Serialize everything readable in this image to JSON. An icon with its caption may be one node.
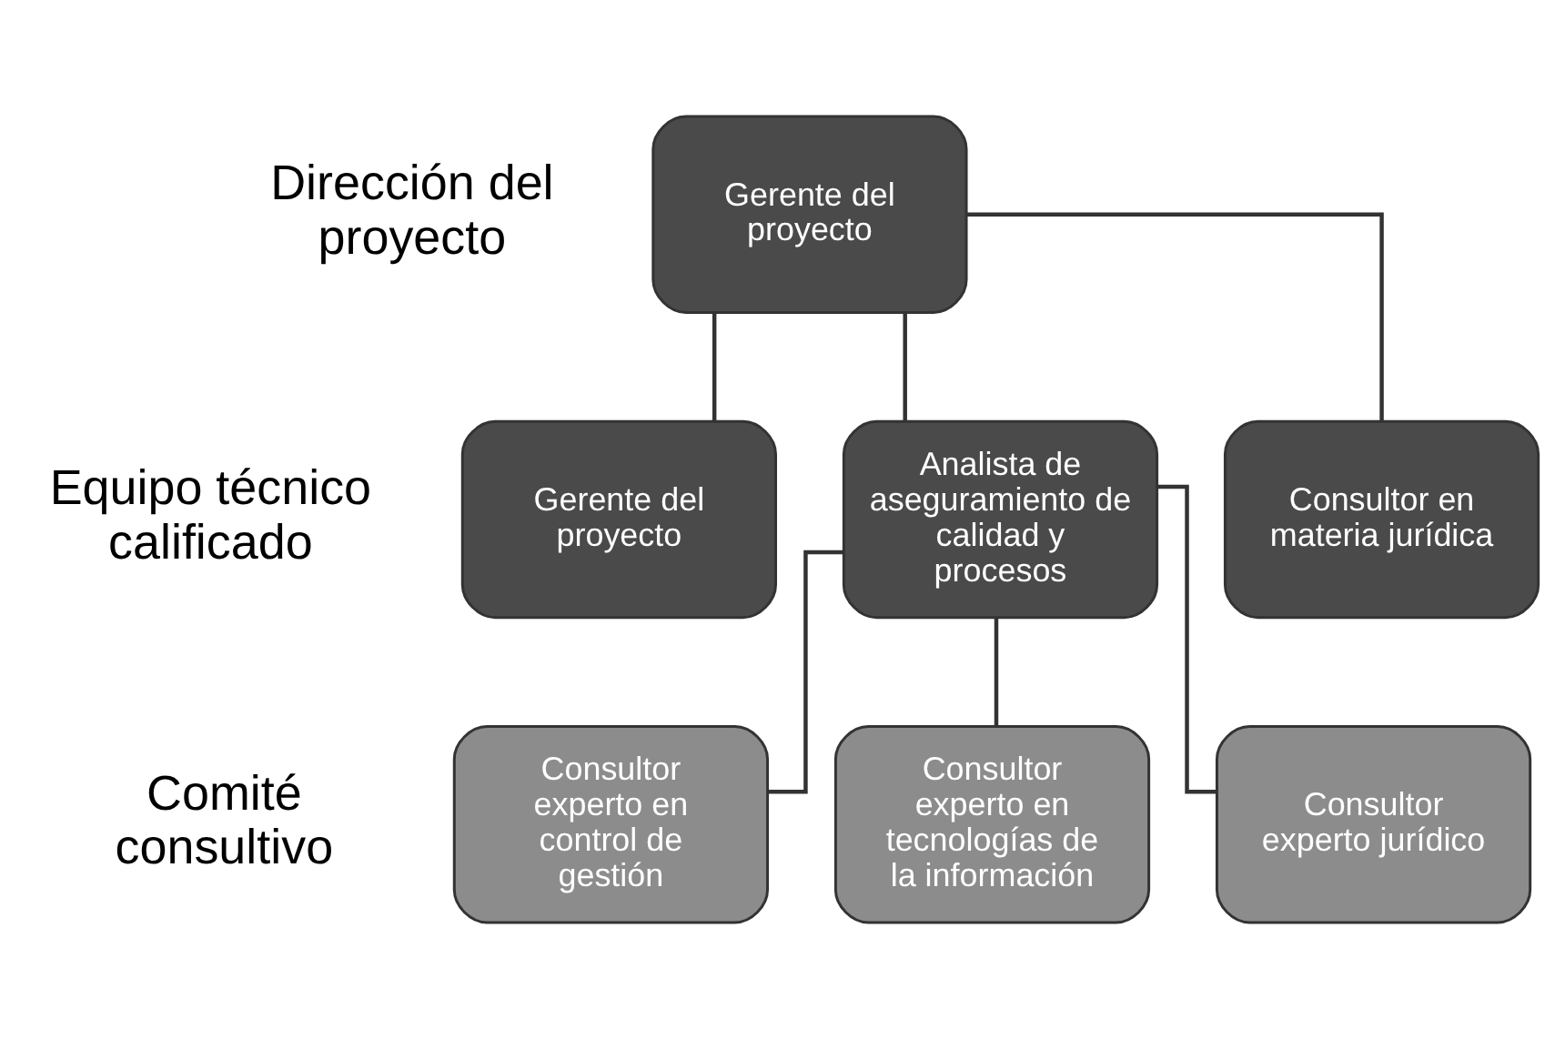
{
  "diagram": {
    "nodes": [
      {
        "text": [
          "Gerente del proyecto"
        ]
      },
      {
        "text": [
          "Gerente del proyecto"
        ]
      },
      {
        "text": [
          "Analista de aseguramiento de calidad y procesos"
        ]
      },
      {
        "text": [
          "Consultor en materia jurídica"
        ]
      },
      {
        "text": [
          "Consultor experto en control de gestión"
        ]
      },
      {
        "text": [
          "Consultor experto en tecnologías de la información"
        ]
      },
      {
        "text": [
          "Consultor experto jurídico"
        ]
      }
    ],
    "edges": [
      {
        "from": 0,
        "to": 1,
        "arrow": "none"
      },
      {
        "from": 0,
        "to": 2,
        "arrow": "none"
      },
      {
        "from": 0,
        "to": 3,
        "arrow": "none"
      },
      {
        "from": 2,
        "to": 4,
        "arrow": "none"
      },
      {
        "from": 2,
        "to": 5,
        "arrow": "none"
      },
      {
        "from": 2,
        "to": 6,
        "arrow": "none"
      }
    ],
    "labels": [
      "Dirección del proyecto",
      "Equipo técnico calificado",
      "Comité consultivo"
    ]
  }
}
